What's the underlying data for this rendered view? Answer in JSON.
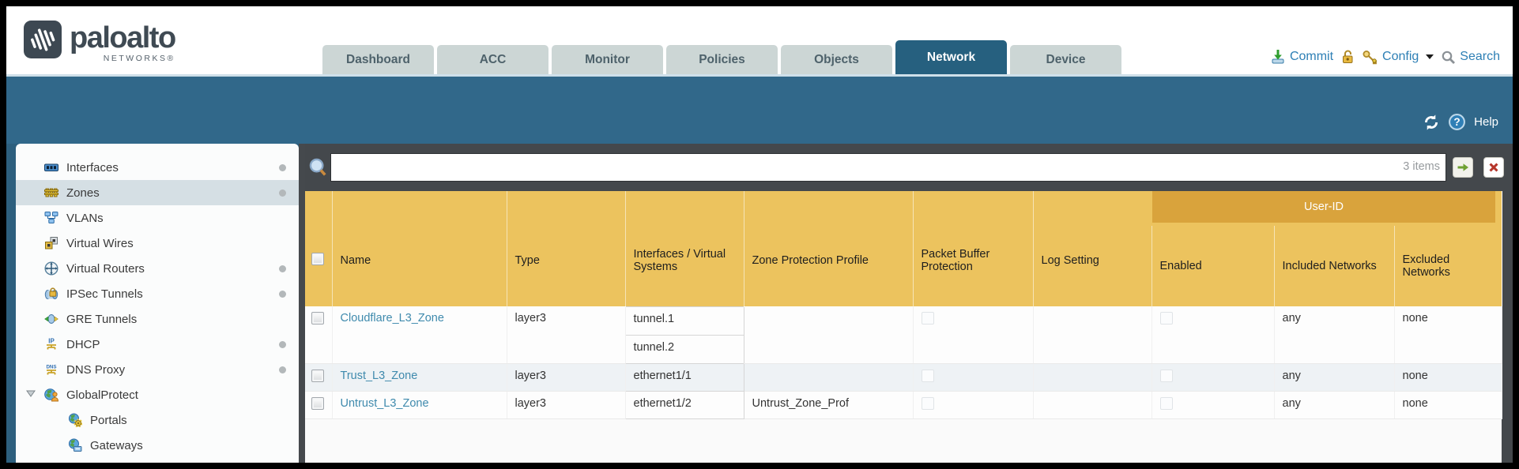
{
  "brand": {
    "name": "paloalto",
    "sub": "NETWORKS®"
  },
  "nav": {
    "tabs": [
      {
        "label": "Dashboard",
        "active": false
      },
      {
        "label": "ACC",
        "active": false
      },
      {
        "label": "Monitor",
        "active": false
      },
      {
        "label": "Policies",
        "active": false
      },
      {
        "label": "Objects",
        "active": false
      },
      {
        "label": "Network",
        "active": true
      },
      {
        "label": "Device",
        "active": false
      }
    ],
    "actions": {
      "commit": "Commit",
      "config": "Config",
      "search": "Search"
    }
  },
  "toolbar": {
    "help_label": "Help"
  },
  "sidebar": {
    "items": [
      {
        "label": "Interfaces",
        "icon": "interfaces-icon",
        "dot": true,
        "selected": false
      },
      {
        "label": "Zones",
        "icon": "zones-icon",
        "dot": true,
        "selected": true
      },
      {
        "label": "VLANs",
        "icon": "vlans-icon",
        "dot": false,
        "selected": false
      },
      {
        "label": "Virtual Wires",
        "icon": "virtual-wires-icon",
        "dot": false,
        "selected": false
      },
      {
        "label": "Virtual Routers",
        "icon": "virtual-routers-icon",
        "dot": true,
        "selected": false
      },
      {
        "label": "IPSec Tunnels",
        "icon": "ipsec-tunnels-icon",
        "dot": true,
        "selected": false
      },
      {
        "label": "GRE Tunnels",
        "icon": "gre-tunnels-icon",
        "dot": false,
        "selected": false
      },
      {
        "label": "DHCP",
        "icon": "dhcp-icon",
        "dot": true,
        "selected": false
      },
      {
        "label": "DNS Proxy",
        "icon": "dns-proxy-icon",
        "dot": true,
        "selected": false
      },
      {
        "label": "GlobalProtect",
        "icon": "globalprotect-icon",
        "dot": false,
        "selected": false,
        "expanded": true
      },
      {
        "label": "Portals",
        "icon": "portals-icon",
        "dot": false,
        "selected": false,
        "child": true
      },
      {
        "label": "Gateways",
        "icon": "gateways-icon",
        "dot": false,
        "selected": false,
        "child": true
      }
    ]
  },
  "filter": {
    "value": "",
    "count": "3 items"
  },
  "zones_table": {
    "group_header": "User-ID",
    "columns": [
      "Name",
      "Type",
      "Interfaces / Virtual Systems",
      "Zone Protection Profile",
      "Packet Buffer Protection",
      "Log Setting",
      "Enabled",
      "Included Networks",
      "Excluded Networks"
    ],
    "rows": [
      {
        "name": "Cloudflare_L3_Zone",
        "type": "layer3",
        "interfaces": [
          "tunnel.1",
          "tunnel.2"
        ],
        "zone_protection_profile": "",
        "log_setting": "",
        "packet_buffer_protection_checked": false,
        "enabled_checked": false,
        "included_networks": "any",
        "excluded_networks": "none"
      },
      {
        "name": "Trust_L3_Zone",
        "type": "layer3",
        "interfaces": [
          "ethernet1/1"
        ],
        "zone_protection_profile": "",
        "log_setting": "",
        "packet_buffer_protection_checked": false,
        "enabled_checked": false,
        "included_networks": "any",
        "excluded_networks": "none"
      },
      {
        "name": "Untrust_L3_Zone",
        "type": "layer3",
        "interfaces": [
          "ethernet1/2"
        ],
        "zone_protection_profile": "Untrust_Zone_Prof",
        "log_setting": "",
        "packet_buffer_protection_checked": false,
        "enabled_checked": false,
        "included_networks": "any",
        "excluded_networks": "none"
      }
    ]
  },
  "colors": {
    "teal_band": "#31688a",
    "active_tab": "#26607f",
    "charcoal_strip": "#44484c",
    "header_gold": "#ecc35e",
    "group_gold": "#d9a33c",
    "link_blue": "#3f8aad",
    "action_blue": "#2d7fb5",
    "selected_nav": "#d5dfe4"
  }
}
